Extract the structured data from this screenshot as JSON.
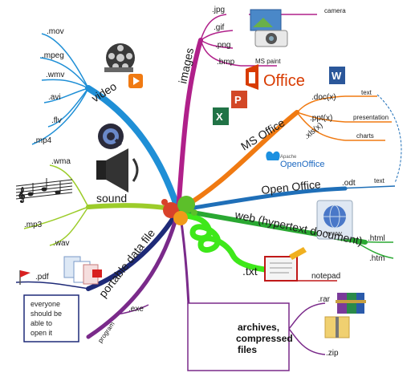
{
  "center": {},
  "branches": {
    "video": {
      "label": "video",
      "leaves": [
        ".mov",
        ".mpeg",
        ".wmv",
        ".avi",
        ".flv",
        ".mp4"
      ]
    },
    "sound": {
      "label": "sound",
      "leaves": [
        ".wma",
        ".mp3",
        ".wav"
      ]
    },
    "portable": {
      "label": "portable data file",
      "leaves": [
        ".pdf"
      ],
      "note": [
        "everyone",
        "should be",
        "able to",
        "open it"
      ]
    },
    "program": {
      "label": "program",
      "leaves": [
        ".exe"
      ]
    },
    "images": {
      "label": "images",
      "leaves": [
        ".jpg",
        ".gif",
        ".png",
        ".bmp"
      ],
      "apps": [
        "camera",
        "MS paint"
      ]
    },
    "ms_office": {
      "label": "MS Office",
      "leaves": [
        ".doc(x)",
        ".ppt(x)",
        ".xls(x)"
      ],
      "apps": [
        "text",
        "presentation",
        "charts"
      ]
    },
    "open_office": {
      "label": "Open Office",
      "leaves": [
        ".odt"
      ],
      "apps": [
        "text"
      ]
    },
    "web": {
      "label": "web (hypertext document)",
      "leaves": [
        ".html",
        ".htm"
      ]
    },
    "txt": {
      "label": ".txt",
      "apps": [
        "notepad"
      ]
    },
    "archives": {
      "label": [
        "archives,",
        "compressed",
        "files"
      ],
      "leaves": [
        ".rar",
        ".zip"
      ]
    }
  },
  "logos": {
    "office": "Office",
    "openoffice_small": "Apache",
    "openoffice_main": "OpenOffice",
    "www": "WWW"
  },
  "colors": {
    "video": "#1f8fd6",
    "sound": "#9ccc2a",
    "portable": "#1e2a78",
    "program": "#7a2a8a",
    "images": "#b0208a",
    "ms_office": "#f07a12",
    "open_office": "#1f6fb8",
    "web": "#2aa832",
    "txt": "#c01818",
    "archives": "#7a2a8a",
    "note_border": "#1e2a78"
  }
}
